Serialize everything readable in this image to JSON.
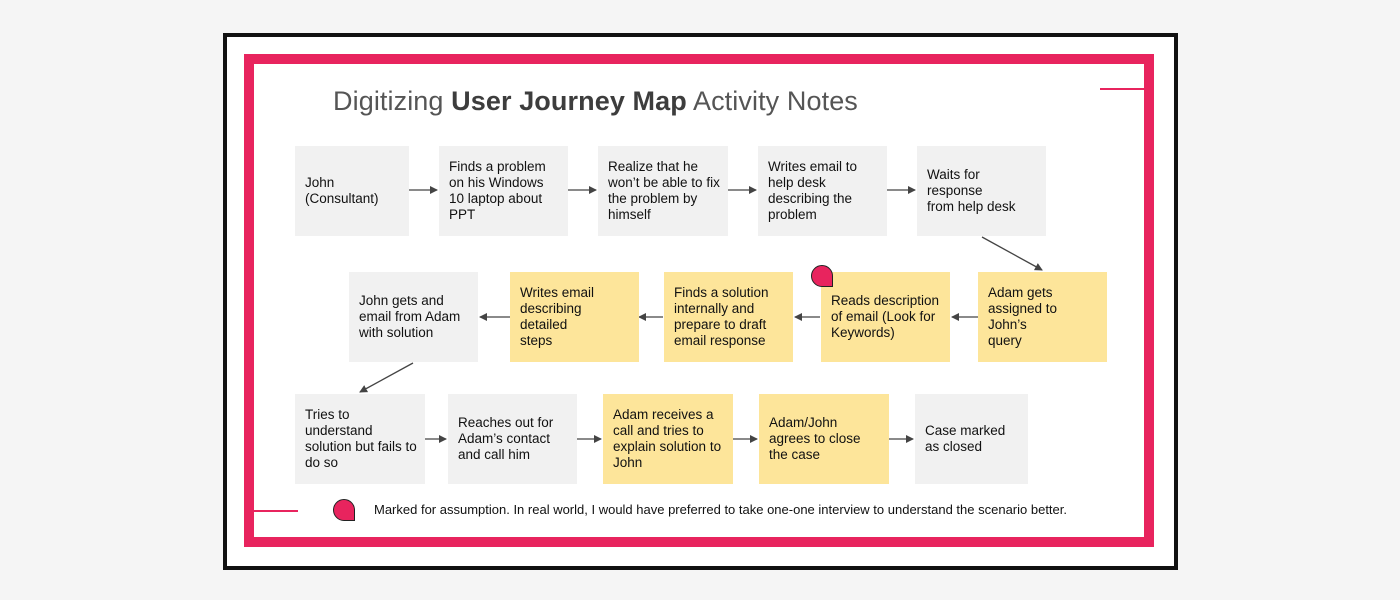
{
  "title": {
    "prefix": "Digitizing",
    "bold": "User Journey Map",
    "suffix": "Activity Notes"
  },
  "rows": [
    [
      {
        "text": "John\n(Consultant)",
        "color": "grey"
      },
      {
        "text": "Finds a problem\non his Windows\n10 laptop about\nPPT",
        "color": "grey"
      },
      {
        "text": "Realize that he\nwon’t be able to fix\nthe problem by\nhimself",
        "color": "grey"
      },
      {
        "text": "Writes email to\nhelp desk\ndescribing the\nproblem",
        "color": "grey"
      },
      {
        "text": "Waits for response\nfrom help desk",
        "color": "grey"
      }
    ],
    [
      {
        "text": "John gets and\nemail from Adam\nwith solution",
        "color": "grey"
      },
      {
        "text": "Writes email\ndescribing detailed\nsteps",
        "color": "yellow"
      },
      {
        "text": "Finds a solution\ninternally and\nprepare to draft\nemail response",
        "color": "yellow"
      },
      {
        "text": "Reads description\nof email (Look for\nKeywords)",
        "color": "yellow",
        "marked": true
      },
      {
        "text": "Adam gets\nassigned to John’s\nquery",
        "color": "yellow"
      }
    ],
    [
      {
        "text": "Tries to\nunderstand\nsolution but fails to\ndo so",
        "color": "grey"
      },
      {
        "text": "Reaches out for\nAdam’s contact\nand call him",
        "color": "grey"
      },
      {
        "text": "Adam receives a\ncall and tries to\nexplain solution to\nJohn",
        "color": "yellow"
      },
      {
        "text": "Adam/John\nagrees to close\nthe case",
        "color": "yellow"
      },
      {
        "text": "Case marked\nas closed",
        "color": "grey"
      }
    ]
  ],
  "legend": {
    "marker_icon": "pin-icon",
    "text": "Marked for assumption. In real world, I would have preferred to take one-one interview to understand the scenario better."
  },
  "colors": {
    "accent": "#e8245e",
    "grey_card": "#f1f1f1",
    "yellow_card": "#fde59a"
  }
}
